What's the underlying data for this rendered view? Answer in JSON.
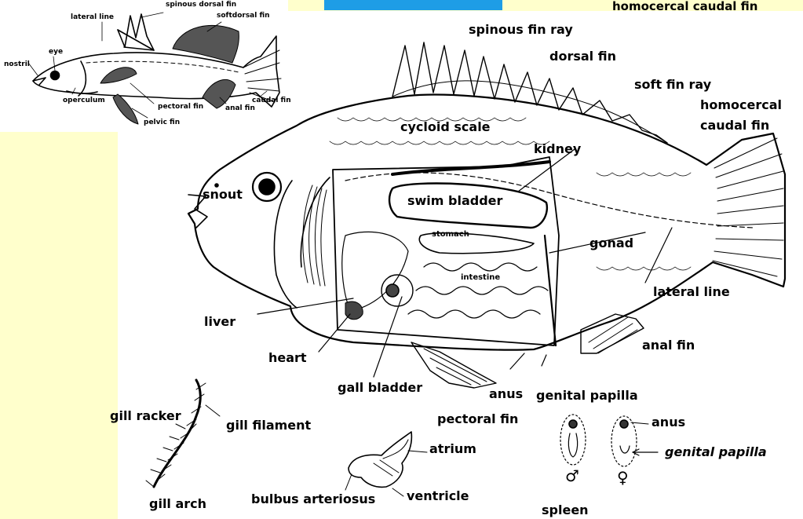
{
  "colors": {
    "page_background": "#ffffcc",
    "top_bar": "#1e9de6",
    "ink": "#000000",
    "paper": "#ffffff"
  },
  "corner_title": "homocercal caudal fin",
  "inset_labels": {
    "spinous_dorsal_fin": "spinous dorsal fin",
    "soft_dorsal_fin": "softdorsal fin",
    "lateral_line": "lateral line",
    "eye": "eye",
    "nostril": "nostril",
    "operculum": "operculum",
    "pectoral_fin": "pectoral fin",
    "anal_fin": "anal fin",
    "caudal_fin": "caudal fin",
    "pelvic_fin": "pelvic fin"
  },
  "main_labels": {
    "spinous_fin_ray": "spinous fin ray",
    "dorsal_fin": "dorsal fin",
    "soft_fin_ray": "soft fin ray",
    "homocercal": "homocercal",
    "caudal_fin": "caudal fin",
    "cycloid_scale": "cycloid scale",
    "kidney": "kidney",
    "snout": "snout",
    "swim_bladder": "swim bladder",
    "stomach": "stomach",
    "gonad": "gonad",
    "intestine": "intestine",
    "lateral_line": "lateral line",
    "liver": "liver",
    "heart": "heart",
    "anal_fin": "anal fin",
    "gall_bladder": "gall bladder",
    "anus": "anus",
    "genital_papilla": "genital papilla",
    "pectoral_fin": "pectoral fin"
  },
  "detail_labels": {
    "gill_racker": "gill racker",
    "gill_filament": "gill filament",
    "gill_arch": "gill arch",
    "atrium": "atrium",
    "bulbus_arteriosus": "bulbus arteriosus",
    "ventricle": "ventricle",
    "anus": "anus",
    "genital_papilla": "genital papilla",
    "spleen": "spleen",
    "male_symbol": "♂",
    "female_symbol": "♀"
  }
}
